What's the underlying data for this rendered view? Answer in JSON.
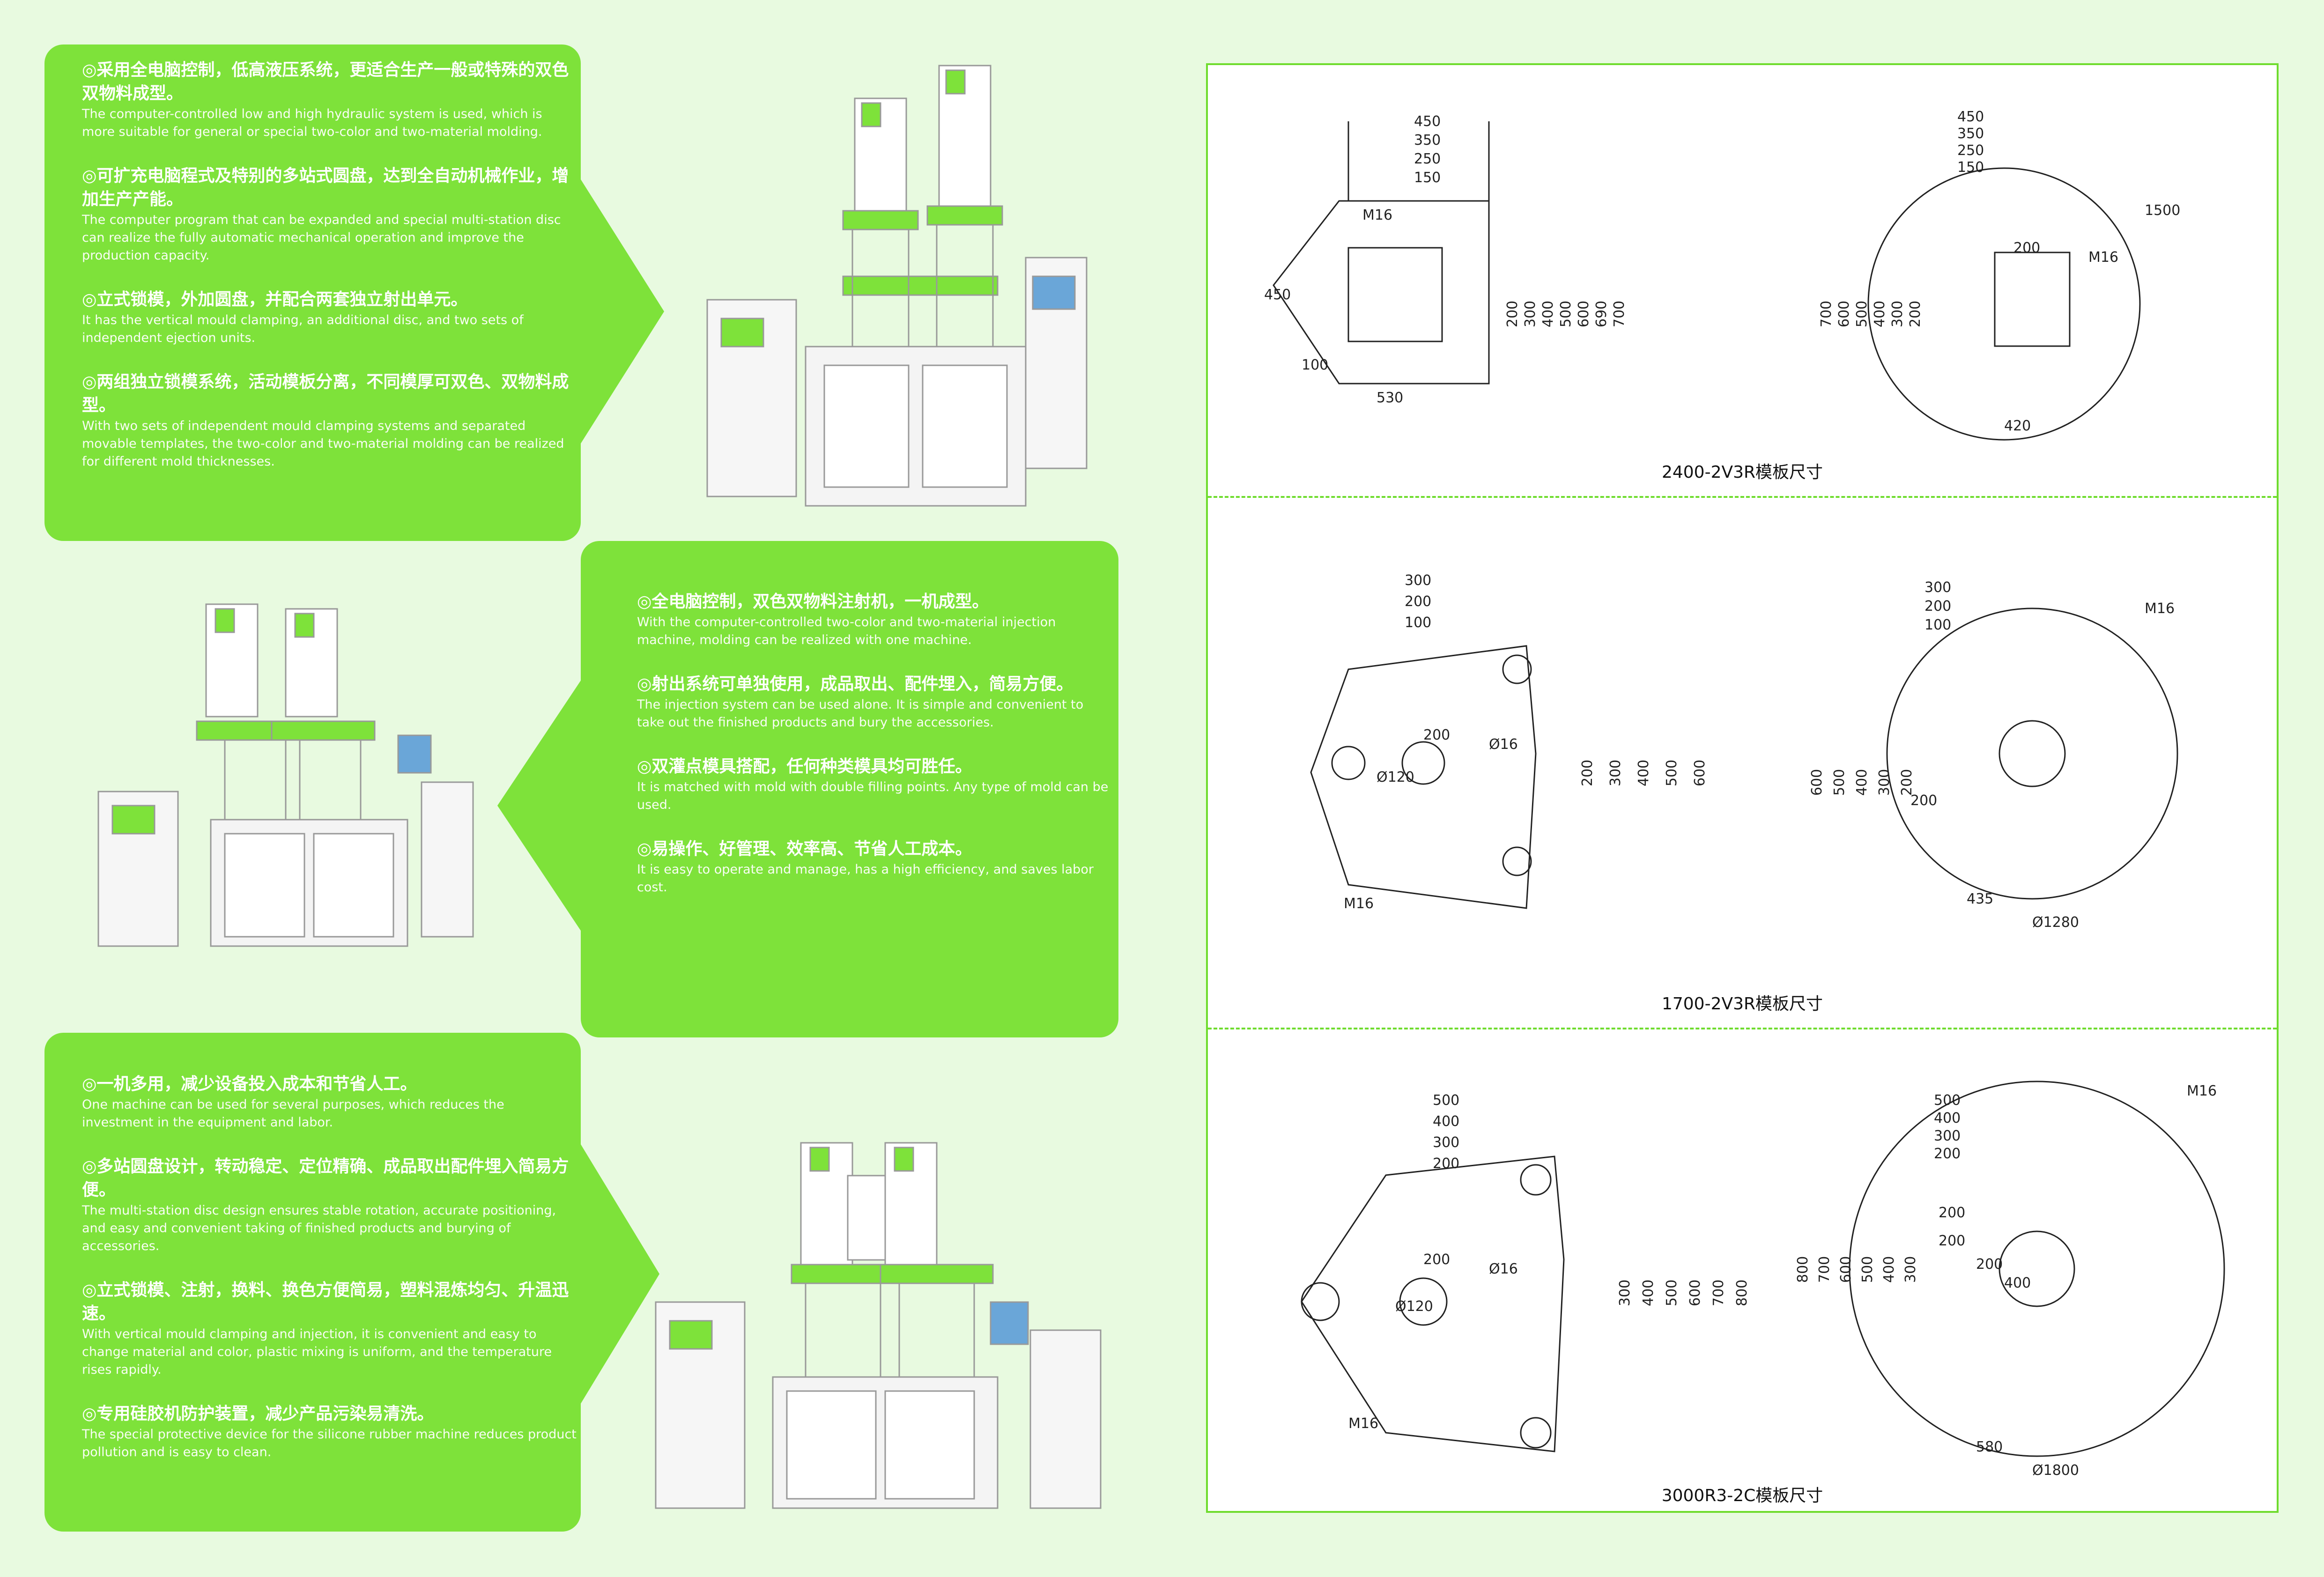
{
  "panel1": {
    "features": [
      {
        "zh": "◎采用全电脑控制，低高液压系统，更适合生产一般或特殊的双色双物料成型。",
        "en": "The computer-controlled low and high hydraulic system is used, which is more suitable for general or special two-color and two-material molding."
      },
      {
        "zh": "◎可扩充电脑程式及特别的多站式圆盘，达到全自动机械作业，增加生产产能。",
        "en": "The computer program that can be expanded and special multi-station disc can realize the fully automatic mechanical operation and improve the production capacity."
      },
      {
        "zh": "◎立式锁模，外加圆盘，并配合两套独立射出单元。",
        "en": "It has the vertical mould clamping, an additional disc, and two sets of independent ejection units."
      },
      {
        "zh": "◎两组独立锁模系统，活动模板分离，不同模厚可双色、双物料成型。",
        "en": "With two sets of independent mould clamping systems and separated movable templates, the two-color and two-material molding can be realized for different mold thicknesses."
      }
    ]
  },
  "panel2": {
    "features": [
      {
        "zh": "◎全电脑控制，双色双物料注射机，一机成型。",
        "en": "With the computer-controlled two-color and two-material injection machine, molding can be realized with one machine."
      },
      {
        "zh": "◎射出系统可单独使用，成品取出、配件埋入，简易方便。",
        "en": "The injection system can be used alone. It is simple and convenient to take out the finished products and bury the accessories."
      },
      {
        "zh": "◎双灌点模具搭配，任何种类模具均可胜任。",
        "en": "It is matched with mold with double filling points. Any type of mold can be used."
      },
      {
        "zh": "◎易操作、好管理、效率高、节省人工成本。",
        "en": "It is easy to operate and manage, has a high efficiency, and saves labor cost."
      }
    ]
  },
  "panel3": {
    "features": [
      {
        "zh": "◎一机多用，减少设备投入成本和节省人工。",
        "en": "One machine can be used for several purposes, which reduces the investment in the equipment and labor."
      },
      {
        "zh": "◎多站圆盘设计，转动稳定、定位精确、成品取出配件埋入简易方便。",
        "en": "The multi-station disc design ensures stable rotation, accurate positioning, and easy and convenient taking of finished products and burying of accessories."
      },
      {
        "zh": "◎立式锁模、注射，换料、换色方便简易，塑料混炼均匀、升温迅速。",
        "en": "With vertical mould clamping and injection, it is convenient and easy to change material and color, plastic mixing is uniform, and the temperature rises rapidly."
      },
      {
        "zh": "◎专用硅胶机防护装置，减少产品污染易清洗。",
        "en": "The special protective device for the silicone rubber machine reduces product pollution and is easy to clean."
      }
    ]
  },
  "drawings": [
    {
      "caption": "2400-2V3R模板尺寸",
      "left_dims_top": [
        "450",
        "350",
        "250",
        "150"
      ],
      "left_dims_right": [
        "200",
        "300",
        "400",
        "500",
        "600",
        "690",
        "700"
      ],
      "left_misc": [
        "M16",
        "450",
        "100",
        "530"
      ],
      "right_dims_top": [
        "450",
        "350",
        "250",
        "150"
      ],
      "right_dims_left": [
        "700",
        "600",
        "500",
        "400",
        "300",
        "200"
      ],
      "right_misc": [
        "200",
        "M16",
        "1500",
        "420"
      ]
    },
    {
      "caption": "1700-2V3R模板尺寸",
      "left_dims_top": [
        "300",
        "200",
        "100"
      ],
      "left_dims_right": [
        "200",
        "300",
        "400",
        "500",
        "600"
      ],
      "left_misc": [
        "200",
        "Ø16",
        "Ø120",
        "M16"
      ],
      "right_dims_top": [
        "300",
        "200",
        "100"
      ],
      "right_dims_left": [
        "600",
        "500",
        "400",
        "300",
        "200"
      ],
      "right_misc": [
        "M16",
        "200",
        "435",
        "Ø1280"
      ]
    },
    {
      "caption": "3000R3-2C模板尺寸",
      "left_dims_top": [
        "500",
        "400",
        "300",
        "200"
      ],
      "left_dims_right": [
        "300",
        "400",
        "500",
        "600",
        "700",
        "800"
      ],
      "left_misc": [
        "200",
        "Ø16",
        "Ø120",
        "M16"
      ],
      "right_dims_top": [
        "500",
        "400",
        "300",
        "200"
      ],
      "right_dims_left": [
        "800",
        "700",
        "600",
        "500",
        "400",
        "300"
      ],
      "right_misc": [
        "M16",
        "200",
        "200",
        "200",
        "400",
        "580",
        "Ø1800"
      ]
    }
  ],
  "colors": {
    "accent_green": "#7ee23a",
    "panel_border": "#6fdc2e",
    "background": "#e8fae0"
  }
}
